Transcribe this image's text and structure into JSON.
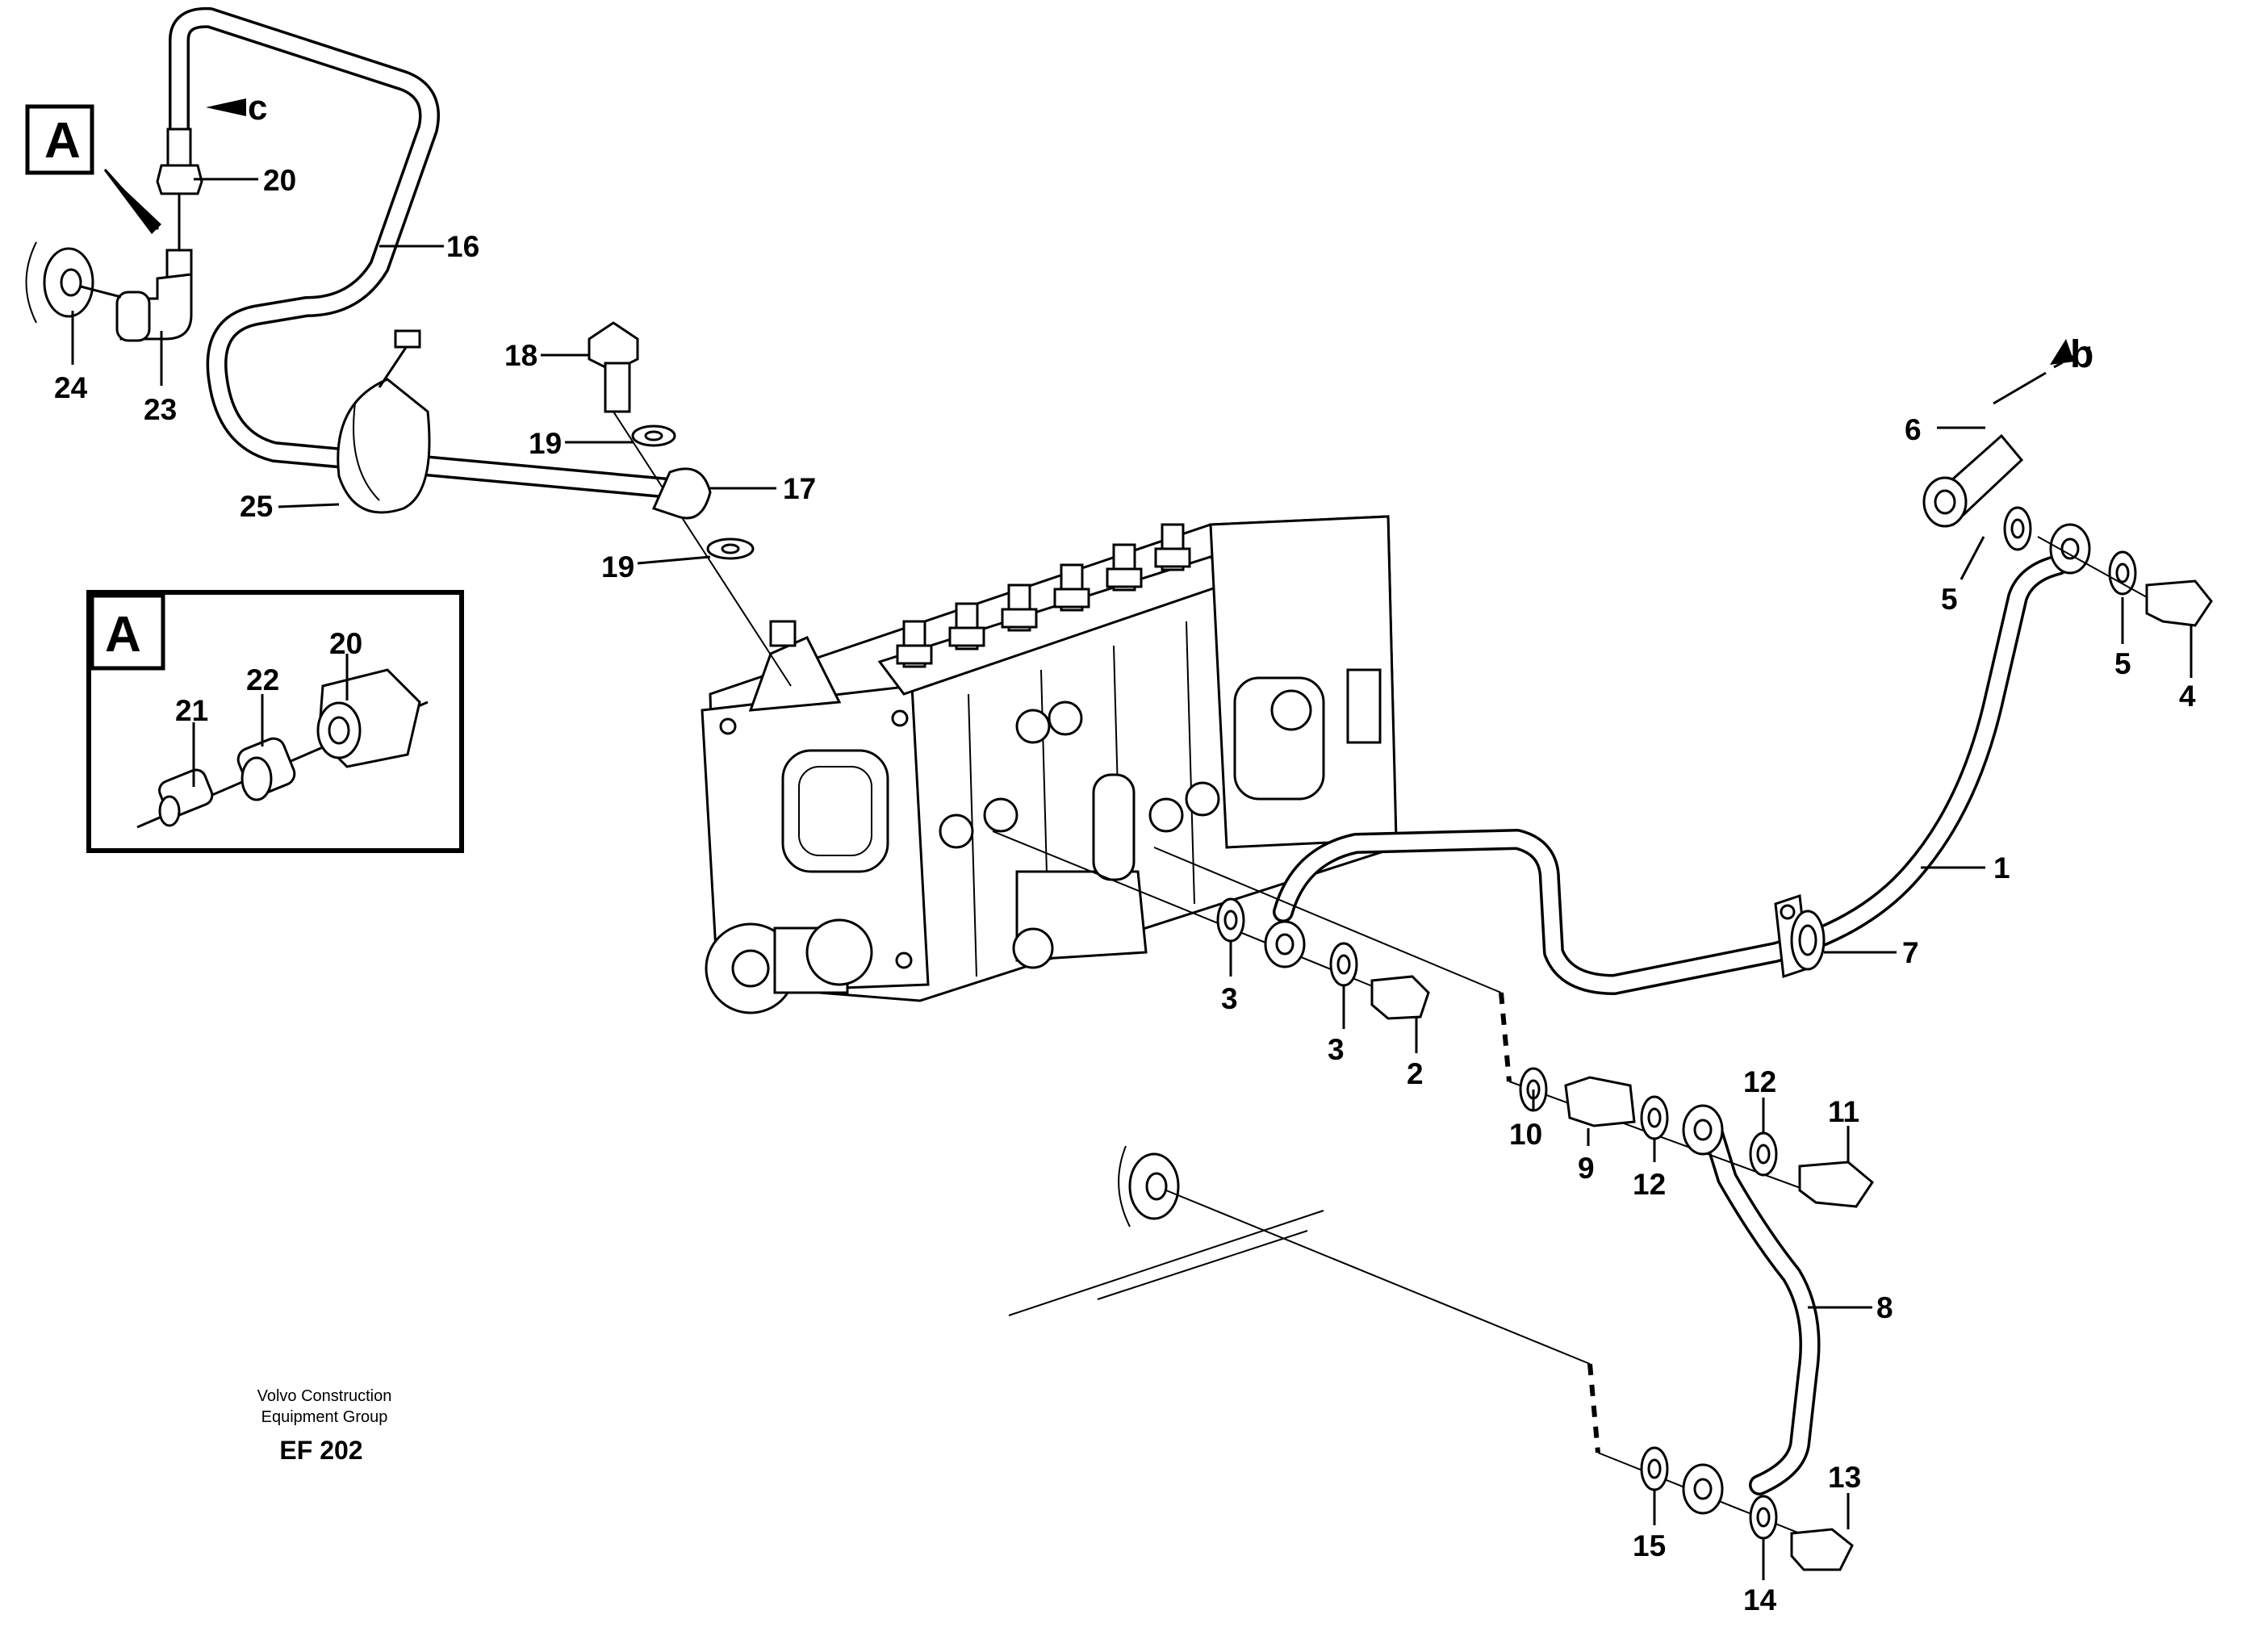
{
  "callouts": {
    "p1": "1",
    "p2": "2",
    "p3a": "3",
    "p3b": "3",
    "p4": "4",
    "p5a": "5",
    "p5b": "5",
    "p6": "6",
    "p7": "7",
    "p8": "8",
    "p9": "9",
    "p10": "10",
    "p11": "11",
    "p12a": "12",
    "p12b": "12",
    "p13": "13",
    "p14": "14",
    "p15": "15",
    "p16": "16",
    "p17": "17",
    "p18": "18",
    "p19a": "19",
    "p19b": "19",
    "p20a": "20",
    "p20b": "20",
    "p21": "21",
    "p22": "22",
    "p23": "23",
    "p24": "24",
    "p25": "25"
  },
  "markers": {
    "b": "b",
    "c": "c"
  },
  "detail": {
    "ref_label": "A",
    "box_label": "A"
  },
  "footer": {
    "company_line1": "Volvo Construction",
    "company_line2": "Equipment Group",
    "drawing_code": "EF 202"
  }
}
